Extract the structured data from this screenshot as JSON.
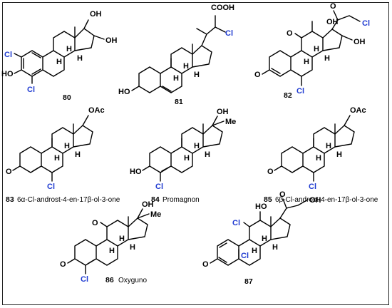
{
  "compounds": [
    {
      "id": "80",
      "caption": "",
      "labels": {
        "a": "OH",
        "b": "OH",
        "c": "HO",
        "d": "Cl",
        "e": "Cl",
        "h1": "H",
        "h2": "H",
        "h3": "H"
      }
    },
    {
      "id": "81",
      "caption": "",
      "labels": {
        "a": "COOH",
        "b": "Cl",
        "c": "HO",
        "h1": "H",
        "h2": "H",
        "h3": "H"
      }
    },
    {
      "id": "82",
      "caption": "",
      "labels": {
        "a": "O",
        "b": "Cl",
        "c": "OH",
        "d": "OH",
        "e": "O",
        "f": "O",
        "g": "Cl",
        "h1": "H",
        "h2": "H",
        "h3": "H"
      }
    },
    {
      "id": "83",
      "caption": "6α-Cl-androst-4-en-17β-ol-3-one",
      "labels": {
        "a": "OAc",
        "b": "O",
        "c": "Cl",
        "h1": "H",
        "h2": "H",
        "h3": "H"
      }
    },
    {
      "id": "84",
      "caption": "Promagnon",
      "labels": {
        "a": "OH",
        "b": "Me",
        "c": "HO",
        "d": "Cl",
        "h1": "H",
        "h2": "H",
        "h3": "H"
      }
    },
    {
      "id": "85",
      "caption": "6β-Cl-androst-4-en-17β-ol-3-one",
      "labels": {
        "a": "OAc",
        "b": "O",
        "c": "Cl",
        "h1": "H",
        "h2": "H",
        "h3": "H"
      }
    },
    {
      "id": "86",
      "caption": "Oxyguno",
      "labels": {
        "a": "O",
        "b": "OH",
        "c": "Me",
        "d": "O",
        "e": "Cl",
        "h1": "H",
        "h2": "H",
        "h3": "H"
      }
    },
    {
      "id": "87",
      "caption": "",
      "labels": {
        "a": "Cl",
        "b": "HO",
        "c": "O",
        "d": "OH",
        "e": "O",
        "f": "Cl",
        "h1": "H",
        "h2": "H",
        "h3": "H"
      }
    }
  ]
}
